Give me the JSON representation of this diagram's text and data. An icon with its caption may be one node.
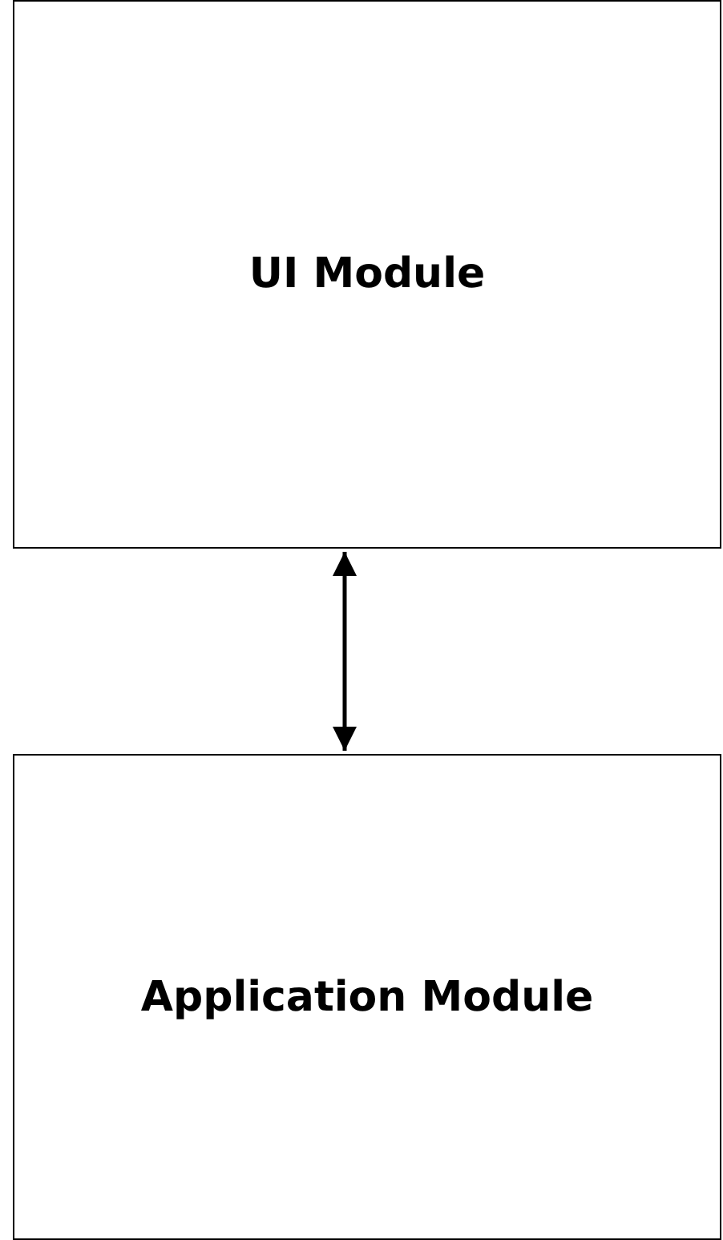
{
  "diagram": {
    "nodes": [
      {
        "text": [
          "UI Module"
        ]
      },
      {
        "text": [
          "Application Module"
        ]
      }
    ],
    "edges": [
      {
        "from": 0,
        "to": 1,
        "arrow": "both"
      }
    ]
  }
}
